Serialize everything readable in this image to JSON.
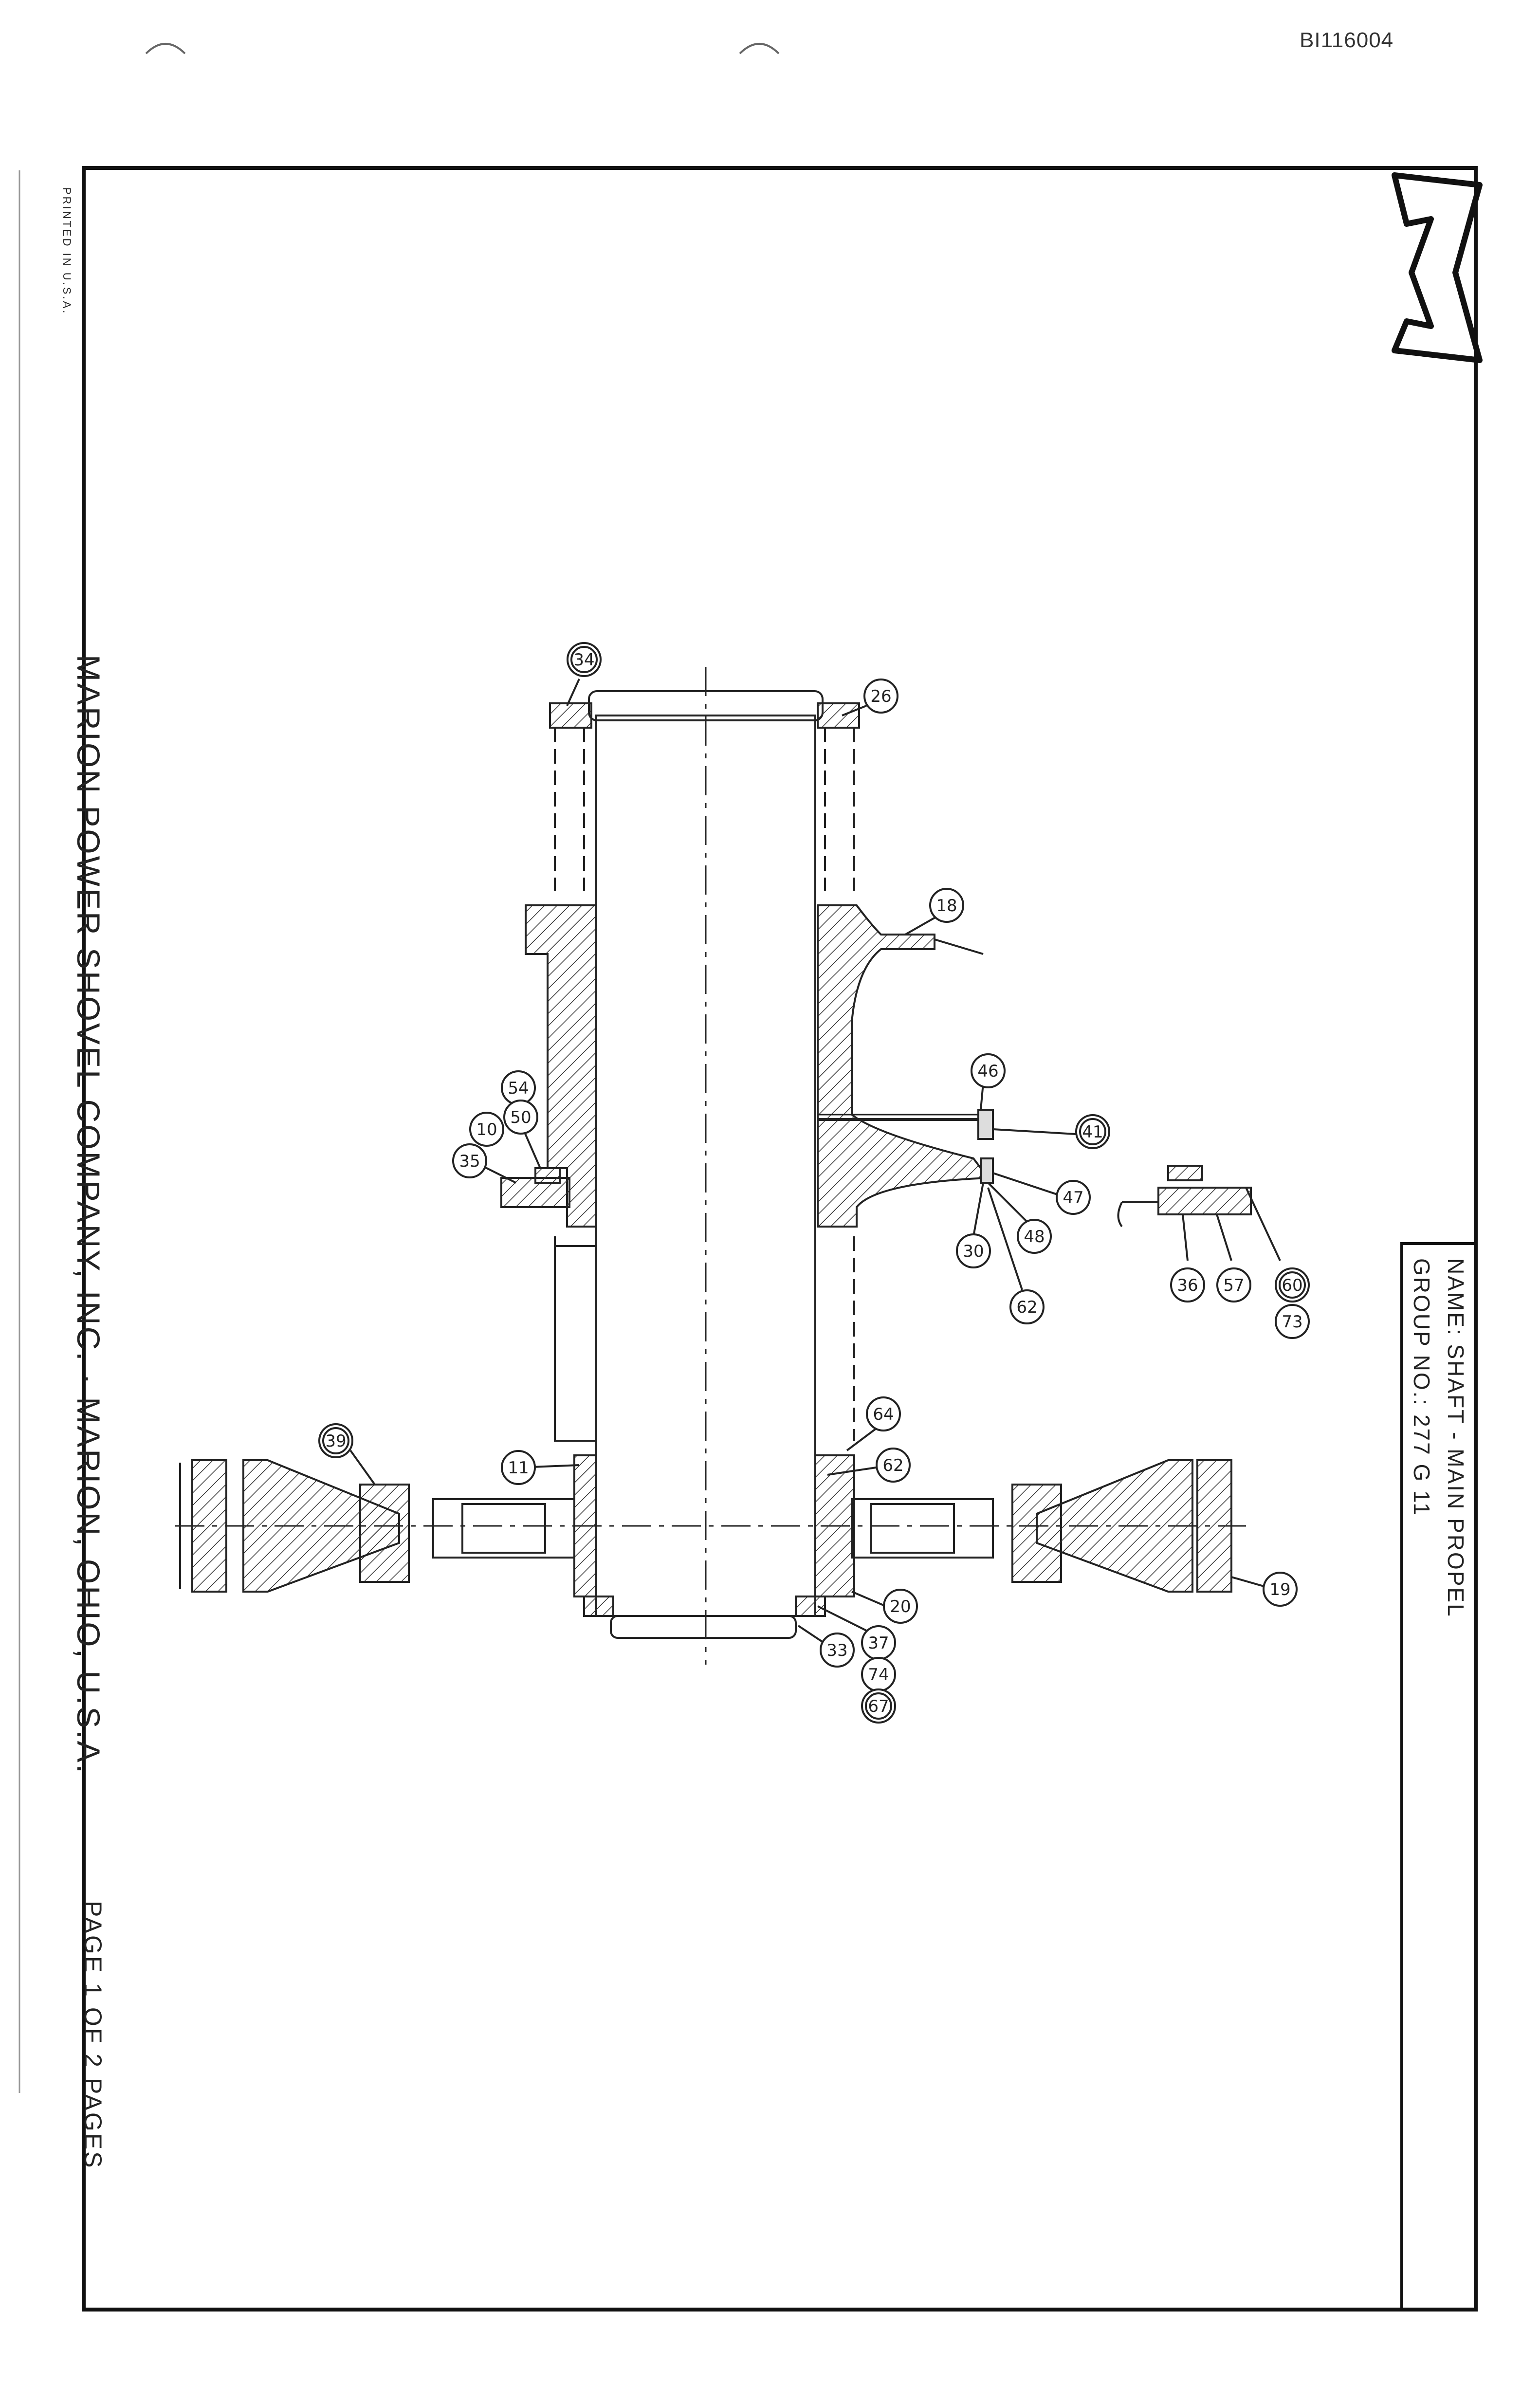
{
  "document_id": "BI116004",
  "printed_note": "PRINTED IN U.S.A.",
  "company": "MARION POWER SHOVEL COMPANY, INC. · MARION, OHIO, U.S.A.",
  "page_line": "PAGE 1 OF 2 PAGES",
  "title_block": {
    "name_line": "NAME: SHAFT - MAIN PROPEL",
    "group_line": "GROUP NO.: 277 G 11"
  },
  "logo": "M",
  "part_callouts": [
    {
      "id": "34",
      "label": "34"
    },
    {
      "id": "26",
      "label": "26"
    },
    {
      "id": "18",
      "label": "18"
    },
    {
      "id": "46",
      "label": "46"
    },
    {
      "id": "41",
      "label": "41"
    },
    {
      "id": "47",
      "label": "47"
    },
    {
      "id": "48",
      "label": "48"
    },
    {
      "id": "30",
      "label": "30"
    },
    {
      "id": "62a",
      "label": "62"
    },
    {
      "id": "54",
      "label": "54"
    },
    {
      "id": "50",
      "label": "50"
    },
    {
      "id": "10",
      "label": "10"
    },
    {
      "id": "35",
      "label": "35"
    },
    {
      "id": "36",
      "label": "36"
    },
    {
      "id": "57",
      "label": "57"
    },
    {
      "id": "60",
      "label": "60"
    },
    {
      "id": "73",
      "label": "73"
    },
    {
      "id": "64",
      "label": "64"
    },
    {
      "id": "62b",
      "label": "62"
    },
    {
      "id": "11",
      "label": "11"
    },
    {
      "id": "39",
      "label": "39"
    },
    {
      "id": "19",
      "label": "19"
    },
    {
      "id": "20",
      "label": "20"
    },
    {
      "id": "37",
      "label": "37"
    },
    {
      "id": "74",
      "label": "74"
    },
    {
      "id": "67",
      "label": "67"
    },
    {
      "id": "33",
      "label": "33"
    }
  ]
}
